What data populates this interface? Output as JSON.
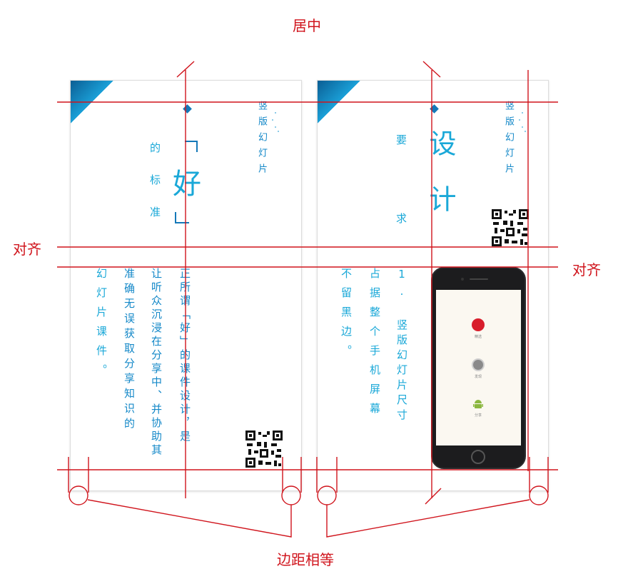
{
  "annotations": {
    "center": "居中",
    "align_left": "对齐",
    "align_right": "对齐",
    "margins_equal": "边距相等"
  },
  "slide1": {
    "title_small": "竖版幻灯片",
    "big_char": "好",
    "side_chars": "的标准",
    "col1": "正所谓「好」的课件设计，是",
    "col2": "让听众沉浸在分享中、并协助其",
    "col3": "准确无误获取分享知识的",
    "col4": "幻灯片课件。"
  },
  "slide2": {
    "title_small": "竖版幻灯片",
    "big_chars": "设计",
    "side_top": "要",
    "side_bottom": "求",
    "col1": "1. 竖版幻灯片尺寸",
    "col2": "占据整个手机屏幕",
    "col3": "不留黑边。"
  },
  "phone": {
    "apps": [
      "精选",
      "发现",
      "分享"
    ]
  },
  "colors": {
    "annotation": "#d0141c",
    "accent": "#1aa8d8",
    "dark_blue": "#0c4f84"
  }
}
